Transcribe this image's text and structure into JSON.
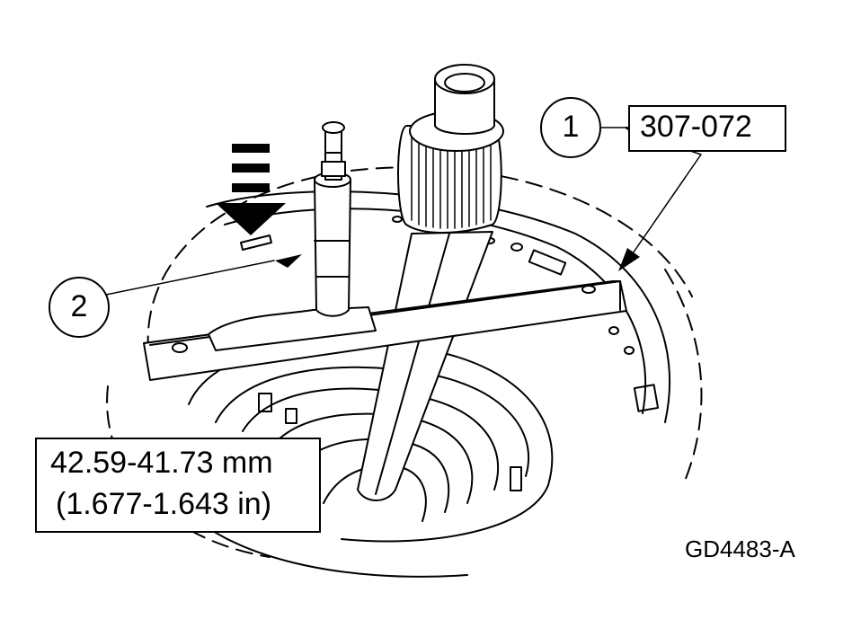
{
  "callouts": [
    {
      "number": "1",
      "label": "307-072"
    },
    {
      "number": "2"
    }
  ],
  "specification": {
    "metric": "42.59-41.73 mm",
    "imperial": "(1.677-1.643 in)"
  },
  "figure_id": "GD4483-A"
}
